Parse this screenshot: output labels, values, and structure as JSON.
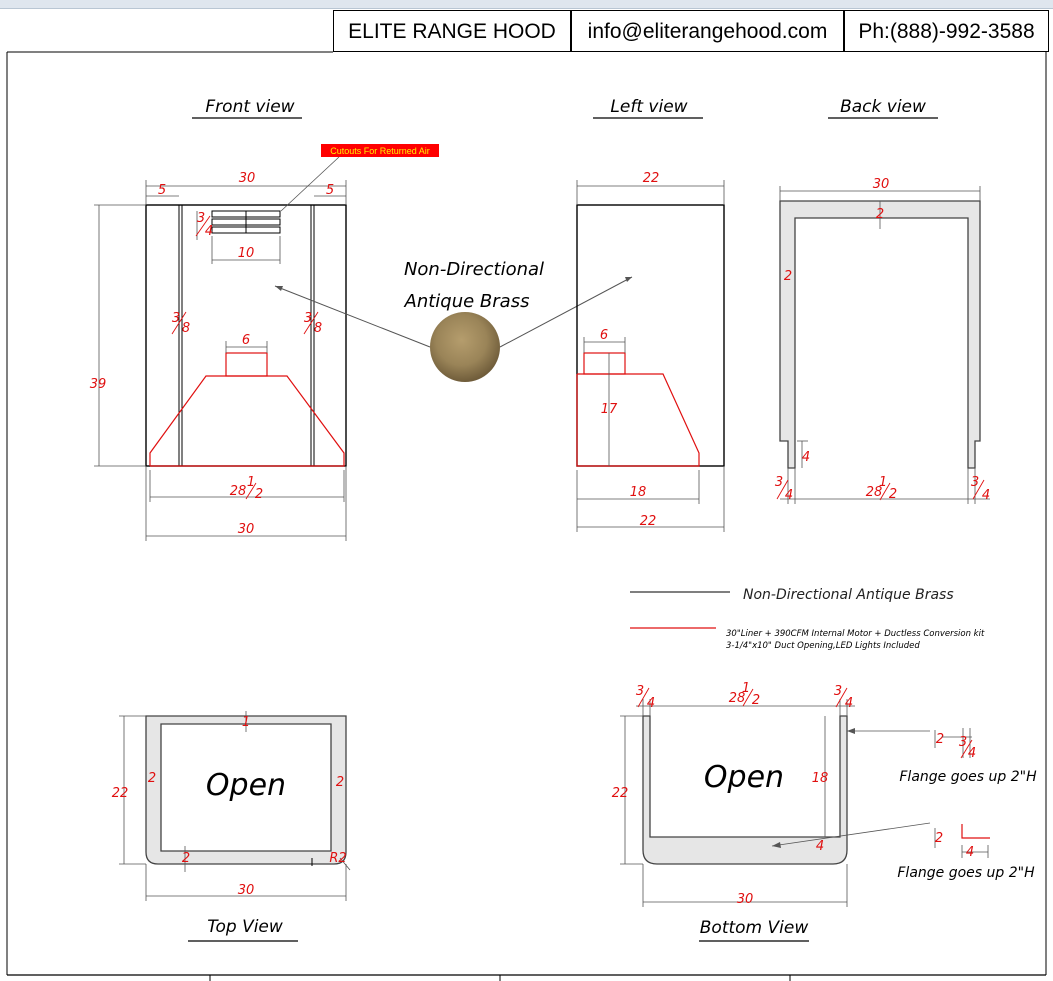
{
  "header": {
    "company": "ELITE RANGE HOOD",
    "email": "info@eliterangehood.com",
    "phone": "Ph:(888)-992-3588"
  },
  "views": {
    "front": "Front view",
    "left": "Left view",
    "back": "Back view",
    "top": "Top View",
    "bottom": "Bottom View"
  },
  "callouts": {
    "cutouts": "Cutouts For Returned Air",
    "finish_line1": "Non-Directional",
    "finish_line2": "Antique Brass",
    "open_top": "Open",
    "open_bottom": "Open",
    "flange1": "Flange goes up 2\"H",
    "flange2": "Flange goes up 2\"H"
  },
  "legend": {
    "black": "Non-Directional Antique Brass",
    "red_line1": "30\"Liner + 390CFM Internal Motor + Ductless Conversion kit",
    "red_line2": "3-1/4\"x10\" Duct Opening,LED Lights Included"
  },
  "dimensions": {
    "front": {
      "width_top": "30",
      "side_left": "5",
      "side_right": "5",
      "height": "39",
      "slot_w": "10",
      "slot_num": "3",
      "slot_den": "4",
      "strip_l_num": "3",
      "strip_l_den": "8",
      "strip_r_num": "3",
      "strip_r_den": "8",
      "duct": "6",
      "liner_whole": "28",
      "liner_num": "1",
      "liner_den": "2",
      "width_bottom": "30"
    },
    "left": {
      "top": "22",
      "duct": "6",
      "height": "17",
      "liner": "18",
      "bottom": "22"
    },
    "back": {
      "width": "30",
      "top_t": "2",
      "side_t": "2",
      "return": "4",
      "l_num": "3",
      "l_den": "4",
      "inner_whole": "28",
      "inner_num": "1",
      "inner_den": "2",
      "r_num": "3",
      "r_den": "4"
    },
    "top": {
      "front_t": "1",
      "left_t": "2",
      "right_t": "2",
      "depth": "22",
      "back_t": "2",
      "radius": "R2",
      "width": "30"
    },
    "bottom": {
      "l_num": "3",
      "l_den": "4",
      "inner_whole": "28",
      "inner_num": "1",
      "inner_den": "2",
      "r_num": "3",
      "r_den": "4",
      "depth": "22",
      "side_h": "18",
      "front_t": "4",
      "width": "30",
      "f1_h": "2",
      "f1_num": "3",
      "f1_den": "4",
      "f2_h": "2",
      "f2_w": "4"
    }
  },
  "colors": {
    "dimension": "#e01010",
    "outline": "#000000",
    "swatch": "#9a8458"
  }
}
